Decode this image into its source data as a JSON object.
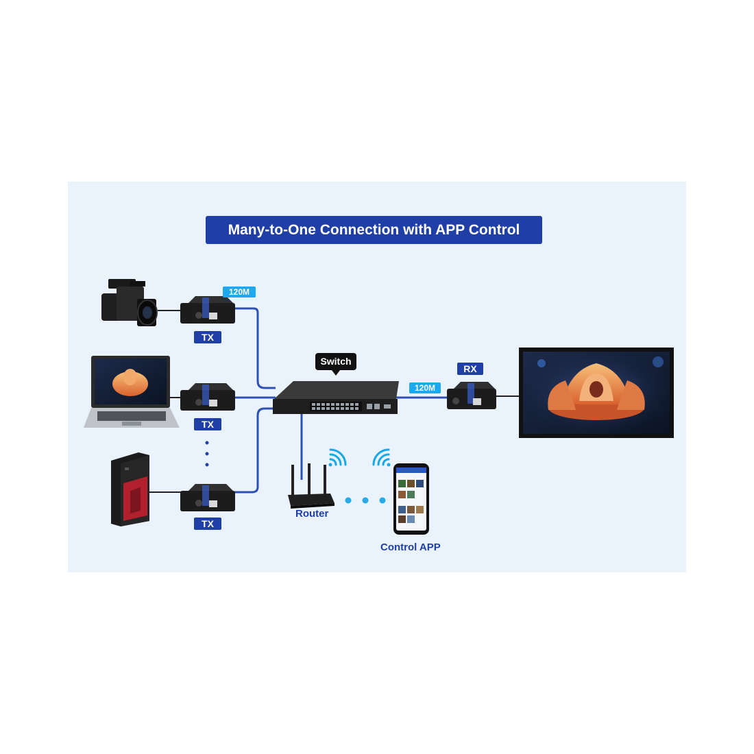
{
  "title": "Many-to-One Connection with APP Control",
  "labels": {
    "tx": "TX",
    "rx": "RX",
    "speed_left": "120M",
    "speed_right": "120M",
    "switch": "Switch",
    "router": "Router",
    "control_app": "Control APP"
  },
  "colors": {
    "banner": "#1f3fa7",
    "speed_tag": "#1ea8ee",
    "cable": "#2f4fb5",
    "panel": "#eaf3fb"
  },
  "icons": [
    "camcorder-icon",
    "laptop-icon",
    "desktop-tower-icon",
    "hdmi-extender-icon",
    "network-switch-icon",
    "router-icon",
    "wifi-icon",
    "smartphone-icon",
    "tv-display-icon"
  ]
}
